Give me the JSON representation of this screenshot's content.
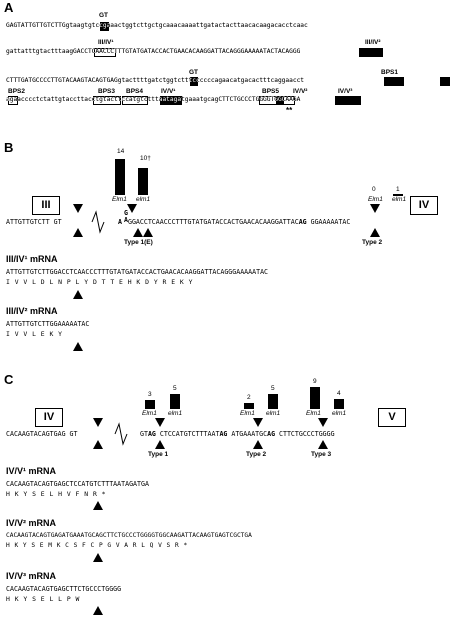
{
  "panelA": {
    "label": "A",
    "lines": [
      "GAGTATTGTTGTCTTGgtaagtgtccgaaactggtcttgctgcaaacaaaattgatactacttaacacaagacacctcaac",
      "gattatttgtactttaagGACCTCAACCCTTTGTATGATACCACTGAACACAAGGATTACAGGGAAAAATACTACAGGG",
      "CTTTGATGCCCCTTGTACAAGTACAGTGAGgtacttttgatctggtctttccccccagaacatgacactttcaggaacct",
      "agaacccctctattgtaccttacctgtacttccatgtctttaatagatgaaatgcagCTTCTGCCCTGGGGTGGCAAGA"
    ],
    "marks": {
      "gt1": "GT",
      "iii_iv1": "III/IV¹",
      "iii_iv2": "III/IV²",
      "gt2": "GT",
      "bps1": "BPS1",
      "bps2": "BPS2",
      "bps3": "BPS3",
      "bps4": "BPS4",
      "iv_v1": "IV/V¹",
      "bps5": "BPS5",
      "iv_v2": "IV/V²",
      "iv_v3": "IV/V³",
      "stars": "**"
    }
  },
  "panelB": {
    "label": "B",
    "exon_left": "III",
    "exon_right": "IV",
    "seq_left": "ATTGTTGTCTT GT",
    "seq_main": "GGACCTCAACCCTTTGTATGATACCACTGAACACAAGGATTAC",
    "seq_aa": "A",
    "seq_g": "G",
    "seq_a2": "A",
    "seq_ag": "AG",
    "seq_tail": " GGAAAAATAC",
    "type1": "Type 1(E)",
    "type2": "Type 2",
    "counts": {
      "elm1_a": "14",
      "elm1_b": "10†",
      "elm1_c": "0",
      "elm1_d": "1"
    },
    "geno": {
      "a": "Elm1",
      "b": "elm1",
      "c": "Elm1",
      "d": "elm1"
    },
    "mrna1": {
      "title": "III/IV¹ mRNA",
      "seq": "ATTGTTGTCTTGGACCTCAACCCTTTGTATGATACCACTGAACACAAGGATTACAGGGAAAAATAC",
      "aa": "I  V  V  L  D  L  N  P  L  Y  D  T  T  E  H  K  D  Y  R  E  K  Y"
    },
    "mrna2": {
      "title": "III/IV² mRNA",
      "seq": "ATTGTTGTCTTGGAAAAATAC",
      "aa": "I  V  V  L  E  K  Y"
    }
  },
  "panelC": {
    "label": "C",
    "exon_left": "IV",
    "exon_right": "V",
    "seq_left": "CACAAGTACAGTGAG GT",
    "seq_1a": "GT",
    "seq_1b": "AG",
    "seq_1c": " CTCCATGTCTTTAAT",
    "seq_2": "AG",
    "seq_2b": " ATGAAATGC",
    "seq_3": "AG",
    "seq_3b": " CTTCTGCCCTGGGG",
    "type1": "Type 1",
    "type2": "Type 2",
    "type3": "Type 3",
    "counts": {
      "a": "3",
      "b": "5",
      "c": "2",
      "d": "5",
      "e": "9",
      "f": "4"
    },
    "geno": {
      "a": "Elm1",
      "b": "elm1",
      "c": "Elm1",
      "d": "elm1",
      "e": "Elm1",
      "f": "elm1"
    },
    "mrna1": {
      "title": "IV/V¹ mRNA",
      "seq": "CACAAGTACAGTGAGCTCCATGTCTTTAATAGATGA",
      "aa": "H  K  Y  S  E  L  H  V  F  N  R  *"
    },
    "mrna2": {
      "title": "IV/V² mRNA",
      "seq": "CACAAGTACAGTGAGATGAAATGCAGCTTCTGCCCTGGGGTGGCAAGATTACAAGTGAGTCGCTGA",
      "aa": "H  K  Y  S  E  M  K  C  S  F  C  P  G  V  A  R  L  Q  V  S  R  *"
    },
    "mrna3": {
      "title": "IV/V³ mRNA",
      "seq": "CACAAGTACAGTGAGCTTCTGCCCTGGGG",
      "aa": "H  K  Y  S  E  L  L  P  W"
    }
  }
}
